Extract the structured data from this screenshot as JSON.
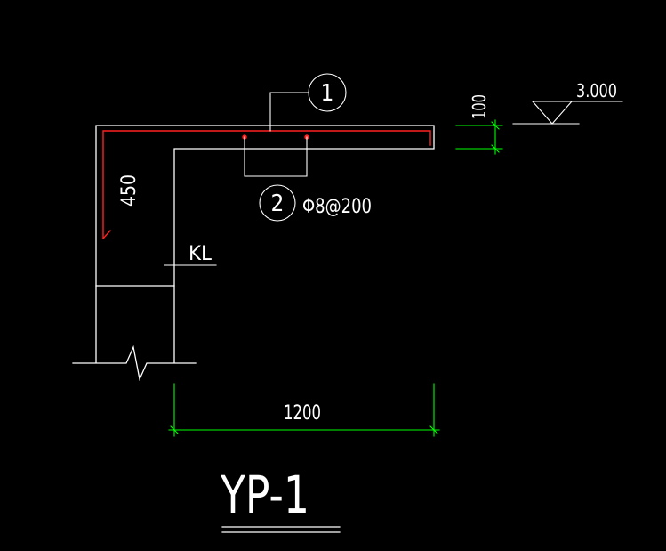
{
  "drawing": {
    "title": "YP-1",
    "labels": {
      "callout_1": "1",
      "callout_2": "2",
      "rebar_spec": "Φ8@200",
      "beam_label": "KL",
      "elevation": "3.000"
    },
    "dimensions": {
      "span": "1200",
      "height": "450",
      "thickness": "100"
    },
    "colors": {
      "background": "#000000",
      "outline": "#ffffff",
      "rebar": "#ff2020",
      "dimension": "#00ff00"
    }
  }
}
